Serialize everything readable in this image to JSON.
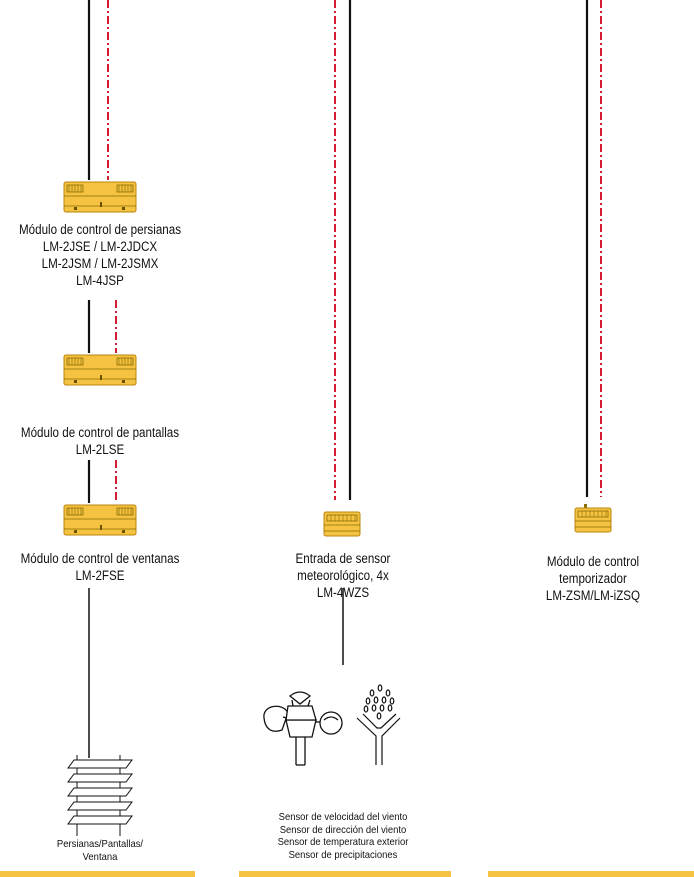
{
  "modules": {
    "blinds": {
      "lines": [
        "Módulo de control de persianas",
        "LM-2JSE / LM-2JDCX",
        "LM-2JSM / LM-2JSMX",
        "LM-4JSP"
      ]
    },
    "screens": {
      "lines": [
        "Módulo de control de pantallas",
        "LM-2LSE"
      ]
    },
    "windows": {
      "lines": [
        "Módulo de control de ventanas",
        "LM-2FSE"
      ]
    },
    "weather": {
      "lines": [
        "Entrada de sensor",
        "meteorológico, 4x",
        "LM-4WZS"
      ]
    },
    "timer": {
      "lines": [
        "Módulo de control",
        "temporizador",
        "LM-ZSM/LM-iZSQ"
      ]
    }
  },
  "devices": {
    "shutters": {
      "lines": [
        "Persianas/Pantallas/",
        "Ventana"
      ]
    },
    "sensors": {
      "lines": [
        "Sensor de velocidad del viento",
        "Sensor de dirección del viento",
        "Sensor de temperatura exterior",
        "Sensor de precipitaciones"
      ]
    }
  },
  "colors": {
    "module_fill": "#f5c242",
    "module_stroke": "#b8860b",
    "bus_line": "#111111",
    "dash_line": "#d0021b",
    "footer_bar": "#f5c242"
  }
}
